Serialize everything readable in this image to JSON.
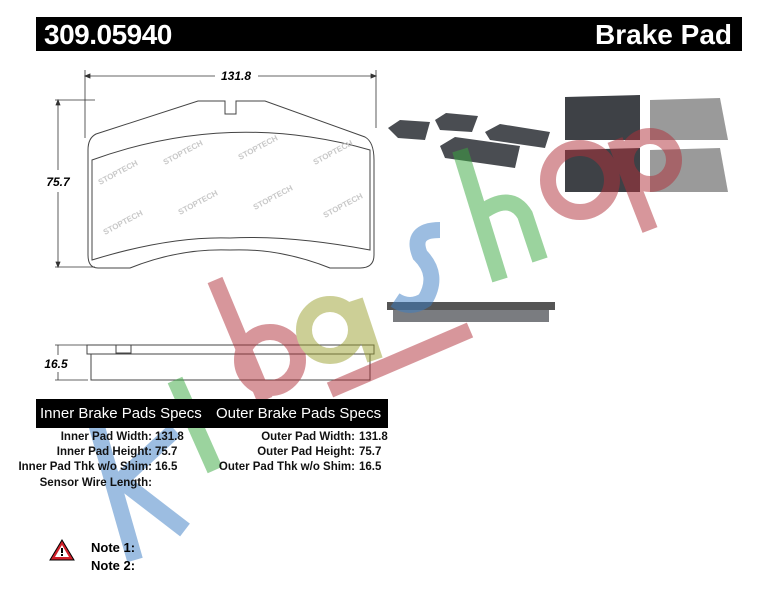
{
  "header": {
    "part_number": "309.05940",
    "product_type": "Brake Pad"
  },
  "drawing": {
    "width_dim": "131.8",
    "height_dim": "75.7",
    "thickness_dim": "16.5",
    "brand_pattern": "STOPTECH"
  },
  "specs": {
    "inner_title": "Inner Brake Pads Specs",
    "outer_title": "Outer Brake Pads Specs",
    "inner": [
      {
        "label": "Inner Pad Width:",
        "value": "131.8"
      },
      {
        "label": "Inner Pad Height:",
        "value": "75.7"
      },
      {
        "label": "Inner Pad Thk w/o Shim:",
        "value": "16.5"
      },
      {
        "label": "Sensor Wire Length:",
        "value": ""
      }
    ],
    "outer": [
      {
        "label": "Outer Pad Width:",
        "value": "131.8"
      },
      {
        "label": "Outer Pad Height:",
        "value": "75.7"
      },
      {
        "label": "Outer Pad Thk w/o Shim:",
        "value": "16.5"
      }
    ]
  },
  "notes": [
    {
      "label": "Note 1:",
      "text": ""
    },
    {
      "label": "Note 2:",
      "text": ""
    }
  ],
  "watermark": "kiba.shop",
  "colors": {
    "header_bg": "#000000",
    "pad_photo": "#4a4d52",
    "warning": "#d0202a"
  }
}
